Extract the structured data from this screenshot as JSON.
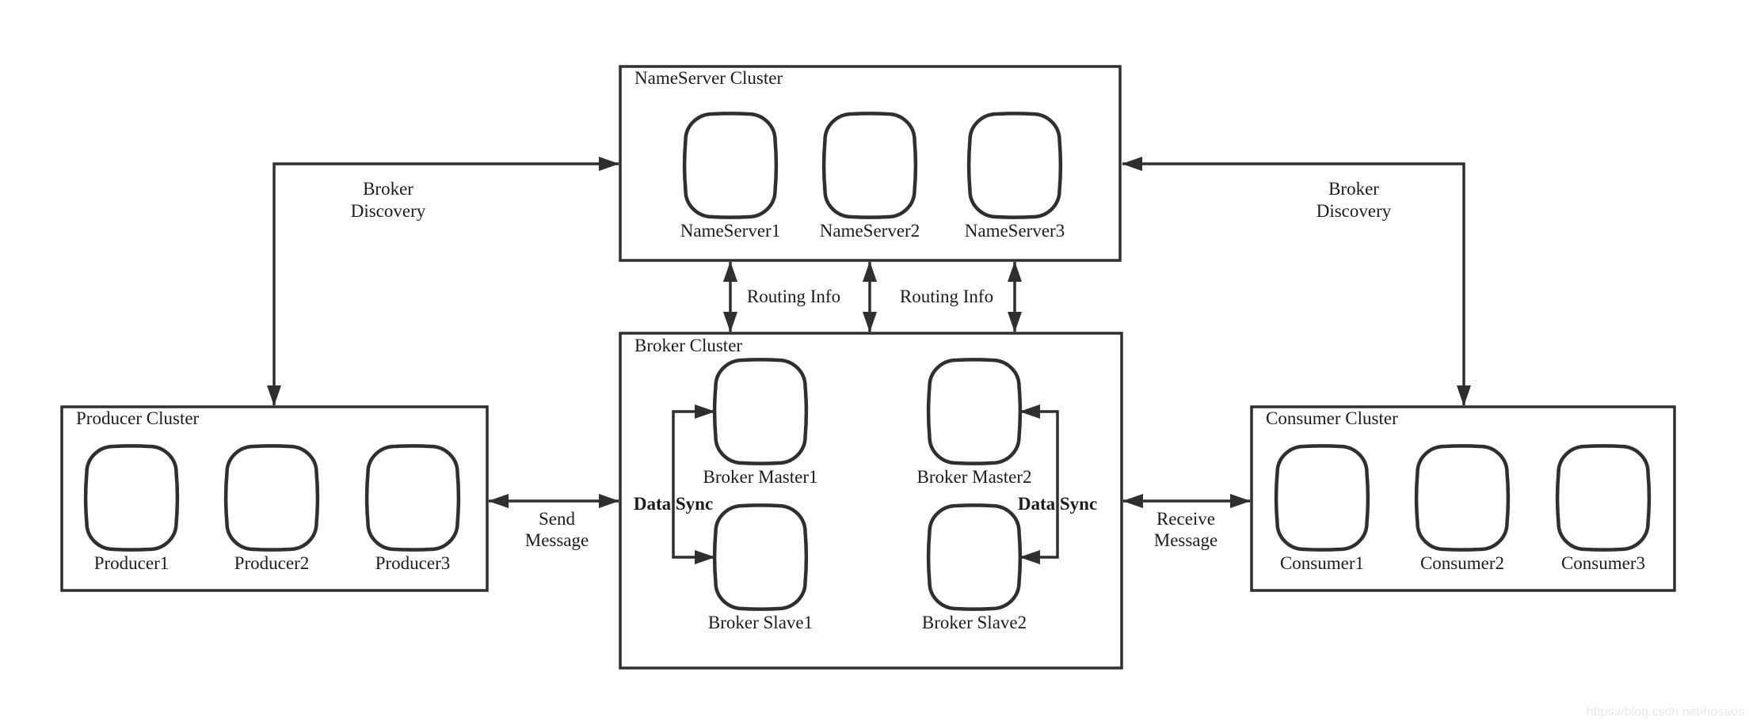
{
  "colors": {
    "background": "#ffffff",
    "stroke": "#2f2f2f",
    "text": "#1c1c1c",
    "watermark_text": "#e8e8e8"
  },
  "clusters": {
    "nameserver": {
      "label": "NameServer Cluster",
      "nodes": [
        "NameServer1",
        "NameServer2",
        "NameServer3"
      ]
    },
    "broker": {
      "label": "Broker Cluster",
      "nodes": [
        "Broker Master1",
        "Broker Master2",
        "Broker Slave1",
        "Broker Slave2"
      ]
    },
    "producer": {
      "label": "Producer Cluster",
      "nodes": [
        "Producer1",
        "Producer2",
        "Producer3"
      ]
    },
    "consumer": {
      "label": "Consumer Cluster",
      "nodes": [
        "Consumer1",
        "Consumer2",
        "Consumer3"
      ]
    }
  },
  "edges": {
    "broker_discovery_left": {
      "line1": "Broker",
      "line2": "Discovery"
    },
    "broker_discovery_right": {
      "line1": "Broker",
      "line2": "Discovery"
    },
    "routing_info_left": "Routing Info",
    "routing_info_right": "Routing Info",
    "send_message": {
      "line1": "Send",
      "line2": "Message"
    },
    "receive_message": {
      "line1": "Receive",
      "line2": "Message"
    },
    "data_sync_left": "Data Sync",
    "data_sync_right": "Data Sync"
  },
  "watermark": "https://blog.csdn.net/hosaos"
}
